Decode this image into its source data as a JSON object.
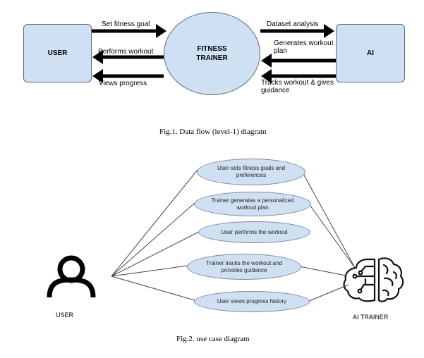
{
  "fig1": {
    "user_box": "USER",
    "trainer_line1": "FITNESS",
    "trainer_line2": "TRAINER",
    "ai_box": "AI",
    "flows_left": [
      "Set fitness goal",
      "Performs workout",
      "Views progress"
    ],
    "flows_right": [
      "Dataset analysis",
      "Generates workout plan",
      "Tracks workout & gives guidance"
    ],
    "caption": "Fig.1. Data flow (level-1) diagram"
  },
  "fig2": {
    "actor_user": "USER",
    "actor_ai": "AI TRAINER",
    "use_cases": [
      "User sets fitness goals and preferences",
      "Trainer generates a personalized workout plan",
      "User performs the workout",
      "Trainer tracks the workout and provides guidance",
      "User views progress history"
    ],
    "caption": "Fig.2. use case diagram"
  },
  "icons": {
    "user": "user-person-icon",
    "ai": "ai-brain-circuit-icon"
  }
}
